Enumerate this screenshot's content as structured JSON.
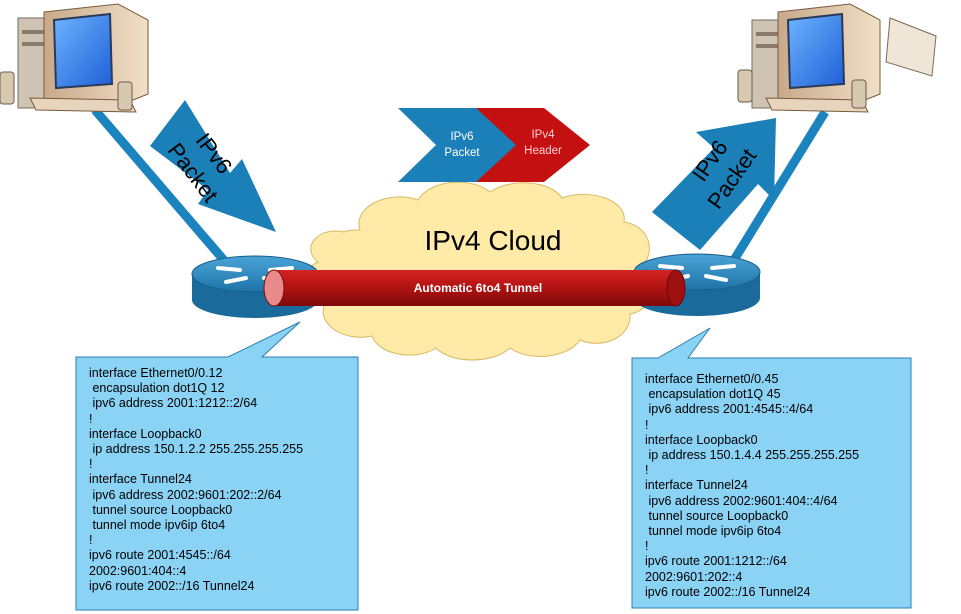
{
  "cloud": {
    "label": "IPv4 Cloud"
  },
  "tunnel": {
    "label": "Automatic 6to4 Tunnel"
  },
  "legend": {
    "ipv6": [
      "IPv6",
      "Packet"
    ],
    "ipv4": [
      "IPv4",
      "Header"
    ]
  },
  "left_arrow": {
    "lines": [
      "IPv6",
      "Packet"
    ]
  },
  "right_arrow": {
    "lines": [
      "IPv6",
      "Packet"
    ]
  },
  "colors": {
    "ipv6_blue": "#1b7fb8",
    "ipv4_red": "#c41010",
    "tunnel_red": "#b81414",
    "cloud": "#ffeaa8",
    "callout": "#8ad3f4",
    "router": "#2a7fb2"
  },
  "config_left": {
    "lines": [
      "interface Ethernet0/0.12",
      " encapsulation dot1Q 12",
      " ipv6 address 2001:1212::2/64",
      "!",
      "interface Loopback0",
      " ip address 150.1.2.2 255.255.255.255",
      "!",
      "interface Tunnel24",
      " ipv6 address 2002:9601:202::2/64",
      " tunnel source Loopback0",
      " tunnel mode ipv6ip 6to4",
      "!",
      "ipv6 route 2001:4545::/64",
      "2002:9601:404::4",
      "ipv6 route 2002::/16 Tunnel24"
    ]
  },
  "config_right": {
    "lines": [
      "interface Ethernet0/0.45",
      " encapsulation dot1Q 45",
      " ipv6 address 2001:4545::4/64",
      "!",
      "interface Loopback0",
      " ip address 150.1.4.4 255.255.255.255",
      "!",
      "interface Tunnel24",
      " ipv6 address 2002:9601:404::4/64",
      " tunnel source Loopback0",
      " tunnel mode ipv6ip 6to4",
      "!",
      "ipv6 route 2001:1212::/64",
      "2002:9601:202::4",
      "ipv6 route 2002::/16 Tunnel24"
    ]
  }
}
